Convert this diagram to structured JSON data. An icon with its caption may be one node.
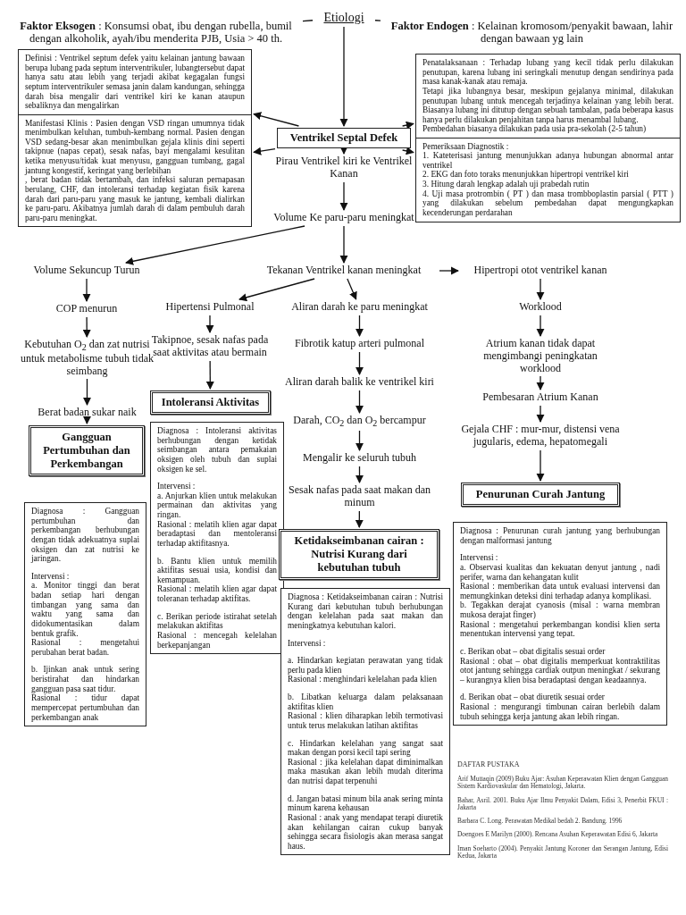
{
  "diagram": {
    "nodes": [
      {
        "text": [
          "Etiologi"
        ]
      },
      {
        "text": [
          "**Faktor Eksogen** : Konsumsi obat, ibu dengan rubella, bumil dengan alkoholik, ayah/ibu menderita PJB, Usia > 40 th."
        ]
      },
      {
        "text": [
          "**Faktor Endogen** : Kelainan kromosom/penyakit bawaan, lahir dengan bawaan yg lain"
        ]
      },
      {
        "text": [
          "Ventrikel Septal Defek"
        ]
      },
      {
        "text": [
          "Definisi : Ventrikel septum defek yaitu kelainan jantung bawaan berupa lubang pada septum interventrikuler, lubangtersebut dapat hanya satu atau lebih yang terjadi akibat kegagalan fungsi septum interventrikuler semasa janin dalam kandungan, sehingga darah bisa mengalir dari ventrikel kiri ke kanan ataupun sebaliknya dan mengalirkan"
        ]
      },
      {
        "text": [
          "Manifestasi Klinis : Pasien dengan VSD ringan umumnya tidak menimbulkan keluhan, tumbuh-kembang normal. Pasien dengan VSD sedang-besar akan menimbulkan gejala klinis dini seperti takipnue (napas cepat), sesak nafas, bayi mengalami kesulitan ketika menyusu/tidak kuat menyusu, gangguan tumbang, gagal jantung kongestif, keringat yang berlebihan",
          ", berat badan tidak bertambah, dan infeksi saluran pernapasan berulang, CHF, dan intoleransi terhadap kegiatan fisik karena darah dari paru-paru yang masuk ke jantung, kembali dialirkan ke paru-paru. Akibatnya jumlah darah di dalam pembuluh darah paru-paru meningkat."
        ]
      },
      {
        "text": [
          "Penatalaksanaan : Terhadap lubang yang kecil tidak perlu dilakukan penutupan, karena lubang ini seringkali menutup dengan sendirinya pada masa kanak-kanak atau remaja.",
          "Tetapi jika lubangnya besar, meskipun gejalanya minimal, dilakukan penutupan lubang untuk mencegah terjadinya kelainan yang lebih berat. Biasanya lubang ini ditutup dengan sebuah tambalan, pada beberapa kasus hanya perlu dilakukan penjahitan tanpa harus menambal lubang.",
          "Pembedahan biasanya dilakukan pada usia pra-sekolah (2-5 tahun)"
        ]
      },
      {
        "text": [
          "Pemeriksaan Diagnostik :",
          "1. Kateterisasi jantung menunjukkan adanya hubungan abnormal antar ventrikel",
          "2. EKG dan foto toraks menunjukkan hipertropi ventrikel kiri",
          "3. Hitung darah lengkap adalah uji prabedah rutin",
          "4. Uji masa protrombin ( PT ) dan masa trombboplastin parsial ( PTT ) yang dilakukan sebelum pembedahan dapat mengungkapkan kecenderungan perdarahan"
        ]
      },
      {
        "text": [
          "Pirau Ventrikel kiri ke Ventrikel Kanan"
        ]
      },
      {
        "text": [
          "Volume Ke paru-paru meningkat"
        ]
      },
      {
        "text": [
          "Volume Sekuncup Turun"
        ]
      },
      {
        "text": [
          "Tekanan Ventrikel kanan meningkat"
        ]
      },
      {
        "text": [
          "Hipertropi otot ventrikel kanan"
        ]
      },
      {
        "text": [
          "COP menurun"
        ]
      },
      {
        "text": [
          "Kebutuhan O$_{2}$ dan zat nutrisi untuk metabolisme tubuh tidak seimbang"
        ]
      },
      {
        "text": [
          "Berat badan sukar naik"
        ]
      },
      {
        "text": [
          "Gangguan Pertumbuhan dan Perkembangan"
        ]
      },
      {
        "text": [
          "Diagnosa : Gangguan pertumbuhan dan perkembangan berhubungan dengan tidak adekuatnya suplai oksigen dan zat nutrisi ke jaringan.",
          "Intervensi :",
          "a. Monitor tinggi dan berat badan setiap hari dengan timbangan yang sama dan waktu yang sama dan didokumentasikan dalam bentuk grafik.",
          "Rasional : mengetahui perubahan berat badan.",
          "b. Ijinkan anak untuk sering beristirahat dan hindarkan gangguan pasa saat tidur.",
          "Rasional : tidur dapat mempercepat pertumbuhan dan perkembangan anak"
        ]
      },
      {
        "text": [
          "Hipertensi Pulmonal"
        ]
      },
      {
        "text": [
          "Takipnoe, sesak nafas pada saat aktivitas atau bermain"
        ]
      },
      {
        "text": [
          "Intoleransi Aktivitas"
        ]
      },
      {
        "text": [
          "Diagnosa : Intoleransi aktivitas berhubungan dengan ketidak seimbangan antara pemakaian oksigen oleh tubuh dan suplai oksigen ke sel.",
          "Intervensi :",
          "a. Anjurkan klien untuk melakukan permainan dan aktivitas yang ringan.",
          "Rasional : melatih klien agar dapat beradaptasi dan mentoleransi terhadap aktifitasnya.",
          "b. Bantu klien untuk memilih aktifitas sesuai usia, kondisi dan kemampuan.",
          "Rasional : melatih klien agar dapat toleranan terhadap aktifitas.",
          "c. Berikan periode istirahat setelah melakukan aktifitas",
          "Rasional : mencegah kelelahan berkepanjangan"
        ]
      },
      {
        "text": [
          "Aliran darah ke paru meningkat"
        ]
      },
      {
        "text": [
          "Fibrotik katup arteri pulmonal"
        ]
      },
      {
        "text": [
          "Aliran darah balik ke ventrikel kiri"
        ]
      },
      {
        "text": [
          "Darah, CO$_{2}$ dan O$_{2}$ bercampur"
        ]
      },
      {
        "text": [
          "Mengalir ke seluruh tubuh"
        ]
      },
      {
        "text": [
          "Sesak nafas pada saat makan dan minum"
        ]
      },
      {
        "text": [
          "Ketidakseimbanan cairan : Nutrisi Kurang dari kebutuhan tubuh"
        ]
      },
      {
        "text": [
          "Diagnosa : Ketidakseimbanan cairan : Nutrisi Kurang dari kebutuhan tubuh berhubungan dengan kelelahan pada saat makan dan meningkatnya kebutuhan kalori.",
          "Intervensi :",
          "a. Hindarkan kegiatan perawatan yang tidak perlu pada klien",
          "Rasional : menghindari kelelahan pada klien",
          "b. Libatkan keluarga dalam pelaksanaan aktifitas klien",
          "Rasional : klien diharapkan lebih termotivasi untuk terus melakukan latihan aktifitas",
          "c. Hindarkan kelelahan yang sangat saat makan dengan porsi kecil tapi sering",
          "Rasional : jika kelelahan dapat diminimalkan maka masukan akan lebih mudah diterima dan nutrisi dapat terpenuhi",
          "d. Jangan batasi minum bila anak sering minta minum karena kehausan",
          "Rasional : anak yang mendapat terapi diuretik akan kehilangan cairan cukup banyak sehingga secara fisiologis akan merasa sangat haus."
        ]
      },
      {
        "text": [
          "Worklood"
        ]
      },
      {
        "text": [
          "Atrium kanan tidak dapat mengimbangi peningkatan worklood"
        ]
      },
      {
        "text": [
          "Pembesaran Atrium Kanan"
        ]
      },
      {
        "text": [
          "Gejala CHF : mur-mur, distensi vena jugularis, edema, hepatomegali"
        ]
      },
      {
        "text": [
          "Penurunan Curah Jantung"
        ]
      },
      {
        "text": [
          "Diagnosa : Penurunan curah jantung yang berhubungan dengan malformasi jantung",
          "Intervensi :",
          "a. Observasi kualitas dan kekuatan denyut jantung , nadi perifer, warna dan kehangatan kulit",
          "Rasional : memberikan data untuk evaluasi intervensi dan memungkinkan deteksi dini terhadap adanya komplikasi.",
          "b. Tegakkan derajat cyanosis (misal : warna membran mukosa derajat finger)",
          "Rasional : mengetahui perkembangan kondisi klien serta menentukan intervensi yang tepat.",
          "c. Berikan obat – obat digitalis sesuai order",
          "Rasional : obat – obat digitalis memperkuat kontraktilitas otot jantung sehingga cardiak outpun meningkat / sekurang – kurangnya klien bisa beradaptasi dengan keadaannya.",
          "d. Berikan obat – obat diuretik sesuai order",
          "Rasional : mengurangi timbunan cairan berlebih dalam tubuh sehingga kerja jantung akan lebih ringan."
        ]
      }
    ],
    "edges": [
      {
        "from": 1,
        "to": 0,
        "arrow": "none"
      },
      {
        "from": 2,
        "to": 0,
        "arrow": "none"
      },
      {
        "from": 0,
        "to": 3,
        "arrow": "to"
      },
      {
        "from": 3,
        "to": 4,
        "arrow": "to"
      },
      {
        "from": 3,
        "to": 5,
        "arrow": "to"
      },
      {
        "from": 3,
        "to": 6,
        "arrow": "to"
      },
      {
        "from": 3,
        "to": 7,
        "arrow": "to"
      },
      {
        "from": 3,
        "to": 8,
        "arrow": "to"
      },
      {
        "from": 8,
        "to": 9,
        "arrow": "to"
      },
      {
        "from": 9,
        "to": 10,
        "arrow": "to"
      },
      {
        "from": 9,
        "to": 11,
        "arrow": "to"
      },
      {
        "from": 11,
        "to": 12,
        "arrow": "to"
      },
      {
        "from": 10,
        "to": 13,
        "arrow": "to"
      },
      {
        "from": 13,
        "to": 14,
        "arrow": "to"
      },
      {
        "from": 14,
        "to": 15,
        "arrow": "to"
      },
      {
        "from": 15,
        "to": 16,
        "arrow": "to"
      },
      {
        "from": 11,
        "to": 18,
        "arrow": "to"
      },
      {
        "from": 18,
        "to": 19,
        "arrow": "to"
      },
      {
        "from": 19,
        "to": 20,
        "arrow": "to"
      },
      {
        "from": 11,
        "to": 22,
        "arrow": "to"
      },
      {
        "from": 22,
        "to": 23,
        "arrow": "to"
      },
      {
        "from": 23,
        "to": 24,
        "arrow": "to"
      },
      {
        "from": 24,
        "to": 25,
        "arrow": "to"
      },
      {
        "from": 25,
        "to": 26,
        "arrow": "to"
      },
      {
        "from": 26,
        "to": 27,
        "arrow": "to"
      },
      {
        "from": 27,
        "to": 28,
        "arrow": "to"
      },
      {
        "from": 12,
        "to": 30,
        "arrow": "to"
      },
      {
        "from": 30,
        "to": 31,
        "arrow": "to"
      },
      {
        "from": 31,
        "to": 32,
        "arrow": "to"
      },
      {
        "from": 32,
        "to": 33,
        "arrow": "to"
      },
      {
        "from": 33,
        "to": 34,
        "arrow": "to"
      }
    ],
    "labels": [
      "DAFTAR PUSTAKA",
      "Arif Muttaqin (2009) Buku Ajar: Asuhan Keperawatan Klien dengan Gangguan Sistem Kardiovaskular dan Hematologi, Jakarta.",
      "Bahar, Asril. 2001. Buku Ajar Ilmu Penyakit Dalam, Edisi 3, Penerbit FKUI : Jakarta",
      "Barbara C. Long. Perawatan Medikal bedah 2. Bandung. 1996",
      "Doengoes E Marilyn (2000). Rencana Asuhan Keperawatan Edisi 6, Jakarta",
      "Iman Soeharto (2004). Penyakit Jantung Koroner dan Serangan Jantung, Edisi Kedua, Jakarta"
    ]
  }
}
